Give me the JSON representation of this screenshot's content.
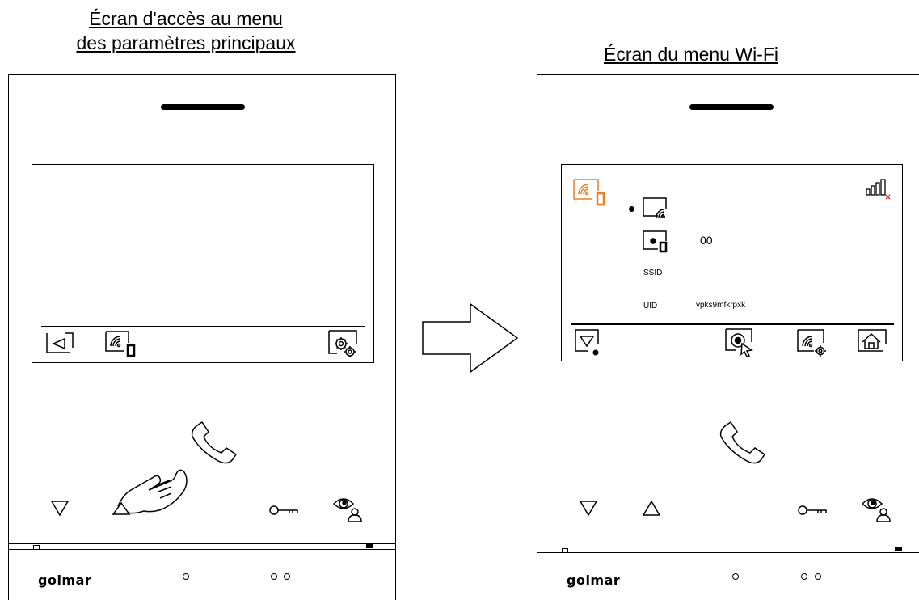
{
  "left_panel": {
    "title_line1": "Écran d'accès au menu",
    "title_line2": "des paramètres principaux",
    "brand": "golmar"
  },
  "right_panel": {
    "title": "Écran du menu Wi-Fi",
    "brand": "golmar",
    "code_value": "00",
    "ssid_label": "SSID",
    "uid_label": "UID",
    "uid_value": "vpks9mfkrpxk"
  },
  "colors": {
    "accent": "#f07d1e",
    "line": "#000000",
    "signal_error": "#e02020"
  }
}
